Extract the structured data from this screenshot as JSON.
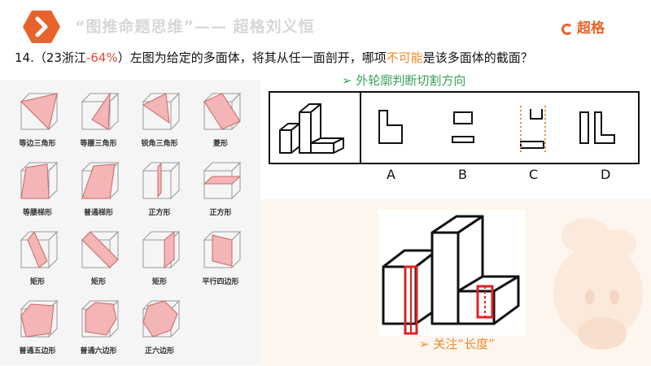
{
  "header": {
    "title": "“图推命题思维”—— 超格刘义恒",
    "logo_text": "超格",
    "accent": "#e8632b"
  },
  "question": {
    "prefix": "14.（23浙江",
    "percent": "-64%",
    "middle": "）左图为给定的多面体，将其从任一面剖开，哪项",
    "emphasis": "不可能",
    "suffix": "是该多面体的截面？"
  },
  "hints": {
    "top": "➢ 外轮廓判断切割方向",
    "bottom": "➢ 关注“长度”"
  },
  "sections": {
    "items": [
      {
        "label": "等边三角形"
      },
      {
        "label": "等腰三角形"
      },
      {
        "label": "锐角三角形"
      },
      {
        "label": "菱形"
      },
      {
        "label": "等腰梯形"
      },
      {
        "label": "普通梯形"
      },
      {
        "label": "正方形"
      },
      {
        "label": "正方形"
      },
      {
        "label": "矩形"
      },
      {
        "label": "矩形"
      },
      {
        "label": "矩形"
      },
      {
        "label": "平行四边形"
      },
      {
        "label": "普通五边形"
      },
      {
        "label": "普通六边形"
      },
      {
        "label": "正六边形"
      }
    ]
  },
  "options": {
    "a": "A",
    "b": "B",
    "c": "C",
    "d": "D"
  },
  "colors": {
    "highlight_red": "#e34a3a",
    "hint_green": "#3aa25a",
    "hint_orange": "#ee8a2c",
    "section_pink": "#f3b5b5"
  }
}
